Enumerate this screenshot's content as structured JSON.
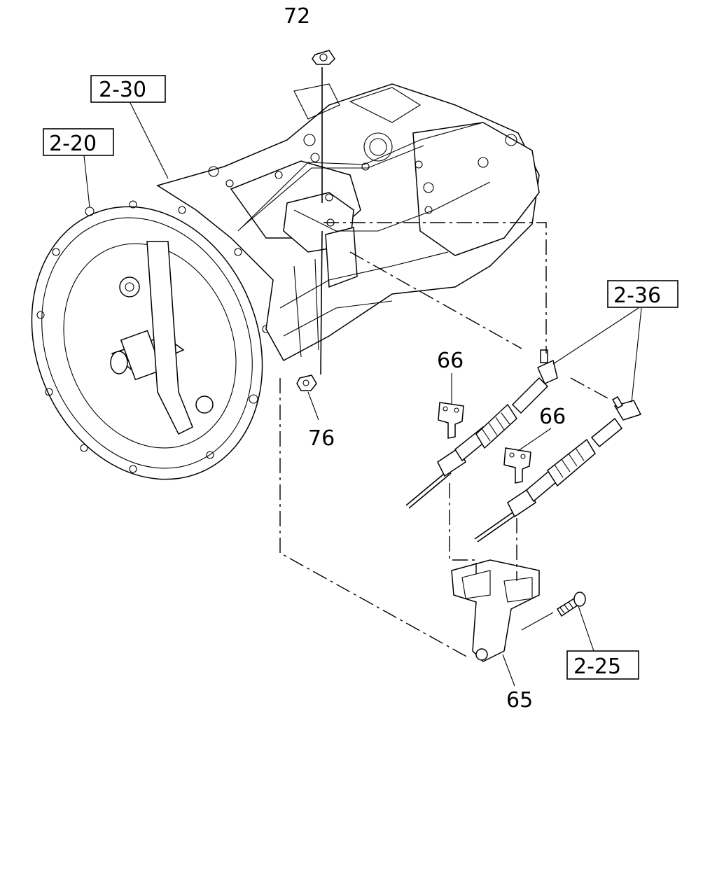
{
  "diagram": {
    "callouts": [
      {
        "id": "c72",
        "text": "72"
      },
      {
        "id": "c230",
        "text": "2-30"
      },
      {
        "id": "c220",
        "text": "2-20"
      },
      {
        "id": "c236",
        "text": "2-36"
      },
      {
        "id": "c66a",
        "text": "66"
      },
      {
        "id": "c66b",
        "text": "66"
      },
      {
        "id": "c76",
        "text": "76"
      },
      {
        "id": "c225",
        "text": "2-25"
      },
      {
        "id": "c65",
        "text": "65"
      }
    ],
    "boxed_references": [
      "2-30",
      "2-20",
      "2-36",
      "2-25"
    ],
    "part_numbers": [
      "72",
      "66",
      "66",
      "76",
      "65"
    ]
  }
}
